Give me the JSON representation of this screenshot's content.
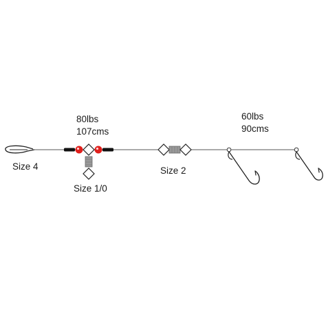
{
  "labels": {
    "snap_size": "Size 4",
    "upper_leader_strength": "80lbs",
    "upper_leader_length": "107cms",
    "three_way_swivel_size": "Size 1/0",
    "middle_swivel_size": "Size 2",
    "lower_leader_strength": "60lbs",
    "lower_leader_length": "90cms"
  },
  "colors": {
    "line": "#555555",
    "bead": "#e0201c",
    "sleeve": "#111111",
    "swivel_body": "#999999"
  },
  "icons": [
    "snap-clip-icon",
    "crimp-sleeve-icon",
    "red-bead-icon",
    "three-way-swivel-icon",
    "barrel-swivel-icon",
    "loop-knot-icon",
    "hook-icon"
  ]
}
